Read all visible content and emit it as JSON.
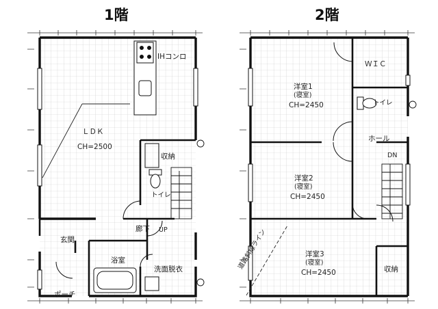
{
  "floor1": {
    "title": "1階",
    "rooms": {
      "ih_label": "IHコンロ",
      "ldk_name": "ＬＤＫ",
      "ldk_ch": "CH=2500",
      "storage": "収納",
      "toilet": "トイレ",
      "hall": "廊下",
      "up_label": "UP",
      "entrance": "玄関",
      "bath": "浴室",
      "washroom": "洗面脱衣",
      "porch": "ポーチ"
    }
  },
  "floor2": {
    "title": "2階",
    "rooms": {
      "wic": "ＷＩＣ",
      "room1_name": "洋室1",
      "room1_use": "(寝室)",
      "room1_ch": "CH=2450",
      "toilet": "トイレ",
      "hall": "ホール",
      "dn_label": "DN",
      "room2_name": "洋室2",
      "room2_use": "(寝室)",
      "room2_ch": "CH=2450",
      "room3_name": "洋室3",
      "room3_use": "(寝室)",
      "room3_ch": "CH=2450",
      "storage": "収納",
      "diagonal_note": "道路斜線ライン"
    }
  }
}
